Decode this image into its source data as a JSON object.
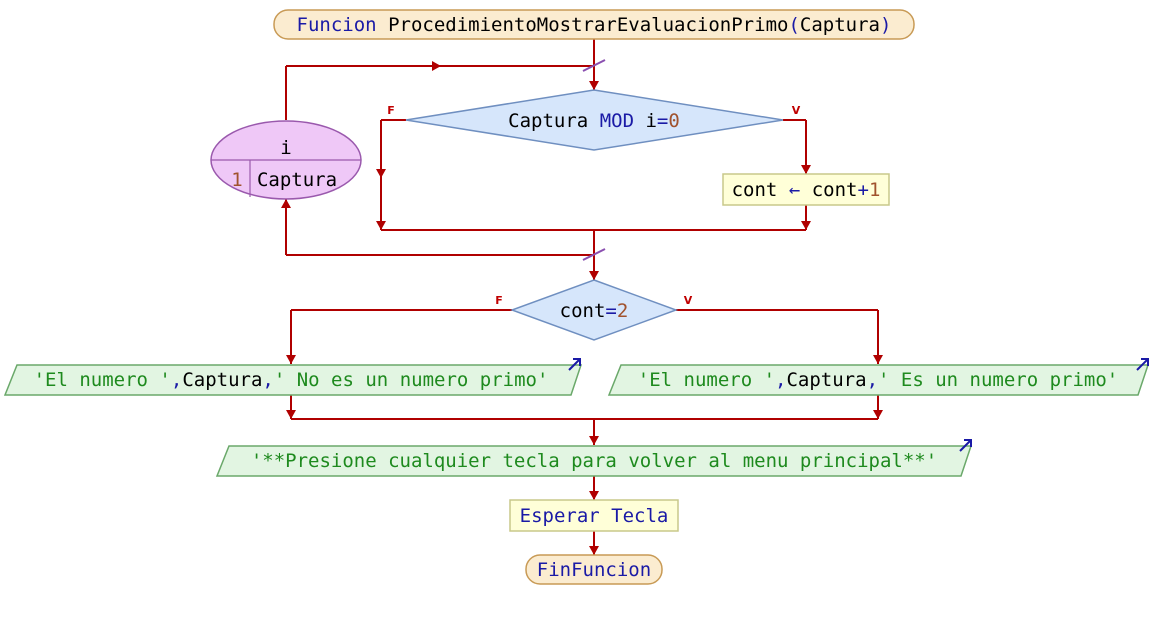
{
  "header": {
    "kw": "Funcion",
    "name": "ProcedimientoMostrarEvaluacionPrimo",
    "open": "(",
    "param": "Captura",
    "close": ")"
  },
  "loop": {
    "var": "i",
    "start": "1",
    "end": "Captura"
  },
  "decision1": {
    "left": "Captura",
    "op": "MOD",
    "var": "i",
    "eq": "=",
    "value": "0",
    "false_label": "F",
    "true_label": "V"
  },
  "assign1": {
    "target": "cont",
    "arrow": "←",
    "source": "cont",
    "plus": "+",
    "value": "1"
  },
  "decision2": {
    "var": "cont",
    "eq": "=",
    "value": "2",
    "false_label": "F",
    "true_label": "V"
  },
  "output_false": {
    "str1": "'El numero '",
    "comma1": ",",
    "var": "Captura",
    "comma2": ",",
    "str2": "' No es un numero primo'"
  },
  "output_true": {
    "str1": "'El numero '",
    "comma1": ",",
    "var": "Captura",
    "comma2": ",",
    "str2": "' Es un numero primo'"
  },
  "output_press": {
    "text": "'**Presione cualquier tecla para volver al menu principal**'"
  },
  "wait": {
    "label": "Esperar Tecla"
  },
  "footer": {
    "label": "FinFuncion"
  },
  "colors": {
    "terminal_fill": "#fbecd0",
    "terminal_stroke": "#c89a55",
    "decision_fill": "#d6e6fb",
    "decision_stroke": "#6f8fc0",
    "process_fill": "#ffffd8",
    "process_stroke": "#c8c88a",
    "io_fill": "#e2f5e2",
    "io_stroke": "#6aa86a",
    "loop_fill": "#efc8f7",
    "loop_stroke": "#9a59ad",
    "flow_line": "#b00000"
  }
}
